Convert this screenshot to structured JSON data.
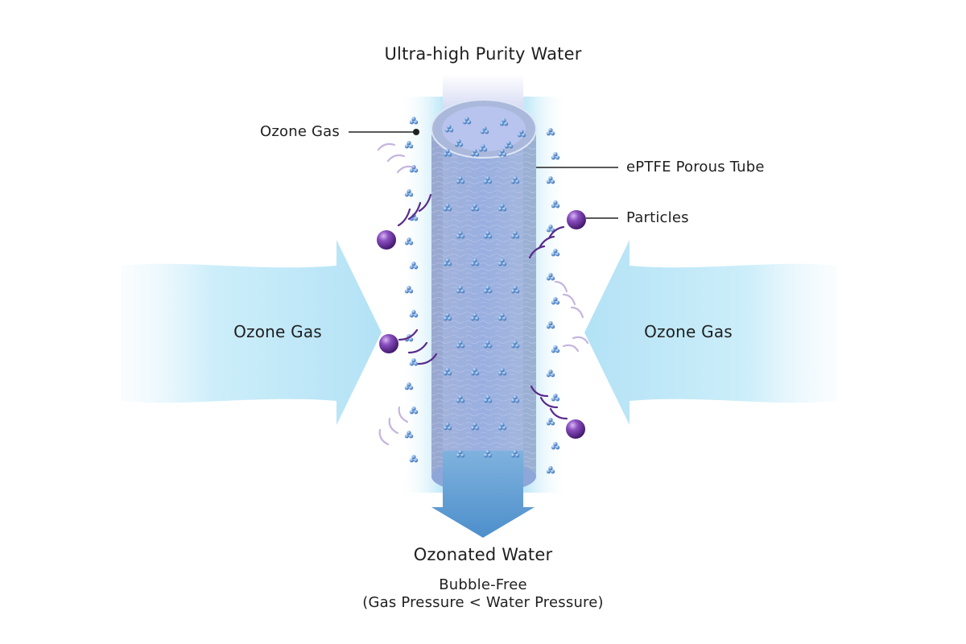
{
  "labels": {
    "top_inlet": "Ultra-high Purity Water",
    "ozone_gas_callout": "Ozone Gas",
    "tube_callout": "ePTFE Porous Tube",
    "particles_callout": "Particles",
    "left_arrow": "Ozone Gas",
    "right_arrow": "Ozone Gas",
    "outlet": "Ozonated Water",
    "note_line1": "Bubble-Free",
    "note_line2": "(Gas Pressure < Water Pressure)"
  },
  "colors": {
    "gas_flow": "#bfe6f6",
    "gas_arrow_head": "#9fd8f0",
    "water_column": "#c9d2f2",
    "tube_body": "#8ea6d8",
    "outlet_arrow": "#5b9bd1",
    "particle": "#5a2a8c",
    "ozone_molecule": "#4a86c8",
    "callout_line": "#222222"
  }
}
